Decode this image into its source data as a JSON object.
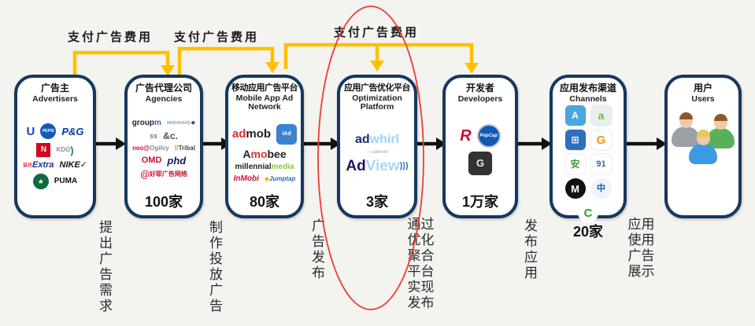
{
  "colors": {
    "background": "#f3f3f0",
    "box_border": "#17375E",
    "box_fill": "#ffffff",
    "accent_yellow": "#FFC000",
    "arrow_black": "#111111",
    "red_circle": "#EF3B36"
  },
  "top_labels": [
    "支付广告费用",
    "支付广告费用",
    "支付广告费用"
  ],
  "flow_labels": [
    "提出广告需求",
    "制作投放广告",
    "广告发布",
    "通过优化聚合平台实现发布",
    "发布应用",
    "应用使用广告展示"
  ],
  "boxes": [
    {
      "title_zh": "广告主",
      "title_en": "Advertisers",
      "count": "",
      "logos": [
        {
          "name": "unilever-logo",
          "segs": [
            {
              "t": "U",
              "c": "#1e3fbf",
              "s": 15
            }
          ]
        },
        {
          "name": "pepsi-logo",
          "cls": "circle",
          "bg": "#1259b5",
          "segs": [
            {
              "t": "PEPSI",
              "c": "#ffffff",
              "s": 5
            }
          ]
        },
        {
          "name": "pg-logo",
          "segs": [
            {
              "t": "P&G",
              "c": "#003da5",
              "s": 13,
              "i": 1
            }
          ]
        },
        {
          "name": "red-brand-logo",
          "cls": "sq",
          "bg": "#cf0a1d",
          "segs": [
            {
              "t": "N",
              "c": "#ffffff",
              "s": 10
            }
          ]
        },
        {
          "name": "kdo-green-logo",
          "segs": [
            {
              "t": "KDO",
              "c": "#8a8f98",
              "s": 8
            },
            {
              "t": ")",
              "c": "#0e8a4d",
              "s": 13
            }
          ]
        },
        {
          "name": "extra-logo",
          "segs": [
            {
              "t": "益达",
              "c": "#e03131",
              "s": 6
            },
            {
              "t": "Extra",
              "c": "#1238a8",
              "s": 11,
              "i": 1
            }
          ]
        },
        {
          "name": "nike-logo",
          "segs": [
            {
              "t": "NIKE",
              "c": "#111111",
              "s": 11,
              "i": 1
            },
            {
              "t": "✓",
              "c": "#111111",
              "s": 11,
              "i": 1
            }
          ]
        },
        {
          "name": "starbucks-logo",
          "cls": "circle",
          "bg": "#0e6b40",
          "segs": [
            {
              "t": "★",
              "c": "#ffffff",
              "s": 9
            }
          ]
        },
        {
          "name": "puma-logo",
          "segs": [
            {
              "t": "PUMA",
              "c": "#111111",
              "s": 10
            }
          ]
        }
      ]
    },
    {
      "title_zh": "广告代理公司",
      "title_en": "Agencies",
      "count": "100家",
      "logos": [
        {
          "name": "groupm-logo",
          "segs": [
            {
              "t": "group",
              "c": "#222222",
              "s": 10
            },
            {
              "t": "m",
              "c": "#1a6fd4",
              "s": 10
            }
          ]
        },
        {
          "name": "mindshare-logo",
          "segs": [
            {
              "t": "MINDSHARE",
              "c": "#9aa0a8",
              "s": 5
            },
            {
              "t": "●",
              "c": "#6a2c91",
              "s": 10
            }
          ]
        },
        {
          "name": "script-agency-logo",
          "segs": [
            {
              "t": "ss",
              "c": "#777777",
              "s": 9,
              "i": 1
            }
          ]
        },
        {
          "name": "andc-logo",
          "segs": [
            {
              "t": "&c.",
              "c": "#4a4f57",
              "s": 12
            }
          ]
        },
        {
          "name": "neo-ogilvy-logo",
          "segs": [
            {
              "t": "neo@",
              "c": "#d21034",
              "s": 8
            },
            {
              "t": "Ogilvy",
              "c": "#8a8f98",
              "s": 8
            }
          ]
        },
        {
          "name": "tribal-logo",
          "segs": [
            {
              "t": "II",
              "c": "#f0b400",
              "s": 9
            },
            {
              "t": "Tribal",
              "c": "#444444",
              "s": 8
            }
          ]
        },
        {
          "name": "omd-logo",
          "segs": [
            {
              "t": "OMD",
              "c": "#c8102e",
              "s": 11
            }
          ]
        },
        {
          "name": "phd-logo",
          "segs": [
            {
              "t": "phd",
              "c": "#1b1464",
              "s": 13,
              "i": 1
            }
          ]
        },
        {
          "name": "allyes-adnetwork-logo",
          "cls": "row",
          "segs": [
            {
              "t": "@",
              "c": "#d21034",
              "s": 12,
              "i": 1
            },
            {
              "t": " 好耶广告网络",
              "c": "#d21034",
              "s": 8
            }
          ]
        }
      ]
    },
    {
      "title_zh": "移动应用广告平台",
      "title_en": "Mobile App Ad Network",
      "count": "80家",
      "logos": [
        {
          "name": "admob-logo",
          "segs": [
            {
              "t": "ad",
              "c": "#e03131",
              "s": 15
            },
            {
              "t": "mob",
              "c": "#222222",
              "s": 15
            }
          ]
        },
        {
          "name": "iad-logo",
          "cls": "appicon",
          "bg": "#3b82d0",
          "segs": [
            {
              "t": "iAd",
              "c": "#ffffff",
              "s": 7
            }
          ]
        },
        {
          "name": "amobee-logo",
          "cls": "row",
          "segs": [
            {
              "t": "A",
              "c": "#222222",
              "s": 14
            },
            {
              "t": "mo",
              "c": "#e03131",
              "s": 14
            },
            {
              "t": "bee",
              "c": "#222222",
              "s": 14
            }
          ]
        },
        {
          "name": "millennialmedia-logo",
          "cls": "row",
          "segs": [
            {
              "t": "millennial",
              "c": "#222222",
              "s": 10
            },
            {
              "t": "media",
              "c": "#8dc63f",
              "s": 10
            }
          ]
        },
        {
          "name": "inmobi-logo",
          "segs": [
            {
              "t": "In",
              "c": "#d21034",
              "s": 10,
              "i": 1
            },
            {
              "t": "Mobi",
              "c": "#d21034",
              "s": 10,
              "i": 1
            }
          ]
        },
        {
          "name": "jumptap-logo",
          "segs": [
            {
              "t": "◆",
              "c": "#f0b400",
              "s": 8
            },
            {
              "t": "Jumptap",
              "c": "#2a6db5",
              "s": 8,
              "i": 1
            }
          ]
        }
      ]
    },
    {
      "title_zh": "应用广告优化平台",
      "title_en": "Optimization Platform",
      "count": "3家",
      "logos": [
        {
          "name": "adwhirl-logo",
          "cls": "row",
          "segs": [
            {
              "t": "ad",
              "c": "#1b2a6b",
              "s": 16
            },
            {
              "t": "whirl",
              "c": "#9bd4f5",
              "s": 16
            }
          ]
        },
        {
          "name": "adwhirl-byline",
          "cls": "row",
          "segs": [
            {
              "t": "— admob",
              "c": "#b9bec6",
              "s": 6
            }
          ]
        },
        {
          "name": "adview-logo",
          "cls": "row",
          "segs": [
            {
              "t": "Ad",
              "c": "#1b1464",
              "s": 19
            },
            {
              "t": "View",
              "c": "#a8d8f0",
              "s": 19
            },
            {
              "t": " )))",
              "c": "#2a6db5",
              "s": 11
            }
          ]
        }
      ]
    },
    {
      "title_zh": "开发者",
      "title_en": "Developers",
      "count": "1万家",
      "logos": [
        {
          "name": "rovio-logo",
          "segs": [
            {
              "t": "R",
              "c": "#c8102e",
              "s": 20,
              "i": 1
            }
          ]
        },
        {
          "name": "popcap-logo",
          "cls": "circle lg",
          "bg": "#1259b5",
          "segs": [
            {
              "t": "PopCap",
              "c": "#ffffff",
              "s": 6,
              "i": 1
            }
          ]
        },
        {
          "name": "gameloft-logo",
          "cls": "appicon lg",
          "bg": "#333333",
          "segs": [
            {
              "t": "G",
              "c": "#eeeeee",
              "s": 13
            }
          ]
        }
      ]
    },
    {
      "title_zh": "应用发布渠道",
      "title_en": "Channels",
      "count": "20家",
      "logos": [
        {
          "name": "app-store-icon",
          "cls": "appicon",
          "bg": "#4aa8e0",
          "segs": [
            {
              "t": "A",
              "c": "#ffffff",
              "s": 12
            }
          ]
        },
        {
          "name": "android-market-icon",
          "cls": "appicon",
          "bg": "#e8eef2",
          "segs": [
            {
              "t": "a",
              "c": "#7cb342",
              "s": 14
            }
          ]
        },
        {
          "name": "windows-marketplace-icon",
          "cls": "appicon",
          "bg": "#2f6fc0",
          "segs": [
            {
              "t": "⊞",
              "c": "#ffffff",
              "s": 12
            }
          ]
        },
        {
          "name": "gfan-icon",
          "cls": "appicon",
          "bg": "#ffffff",
          "segs": [
            {
              "t": "G",
              "c": "#f29315",
              "s": 15
            }
          ]
        },
        {
          "name": "anzhi-market-icon",
          "cls": "appicon",
          "bg": "#ffffff",
          "segs": [
            {
              "t": "安",
              "c": "#3a9e3a",
              "s": 12
            }
          ]
        },
        {
          "name": "91-assistant-icon",
          "cls": "appicon",
          "bg": "#ffffff",
          "segs": [
            {
              "t": "91",
              "c": "#2a6db5",
              "s": 11
            }
          ]
        },
        {
          "name": "motorola-icon",
          "cls": "circle lg2",
          "bg": "#111111",
          "segs": [
            {
              "t": "M",
              "c": "#ffffff",
              "s": 13
            }
          ]
        },
        {
          "name": "china-mobile-icon",
          "cls": "circle lg2",
          "bg": "#eef4fa",
          "segs": [
            {
              "t": "中",
              "c": "#1259b5",
              "s": 11
            }
          ]
        },
        {
          "name": "green-swirl-icon",
          "cls": "circle lg2",
          "bg": "#ffffff",
          "segs": [
            {
              "t": "C",
              "c": "#2e9e2e",
              "s": 15
            }
          ]
        }
      ]
    },
    {
      "title_zh": "用户",
      "title_en": "Users",
      "count": "",
      "logos": []
    }
  ]
}
